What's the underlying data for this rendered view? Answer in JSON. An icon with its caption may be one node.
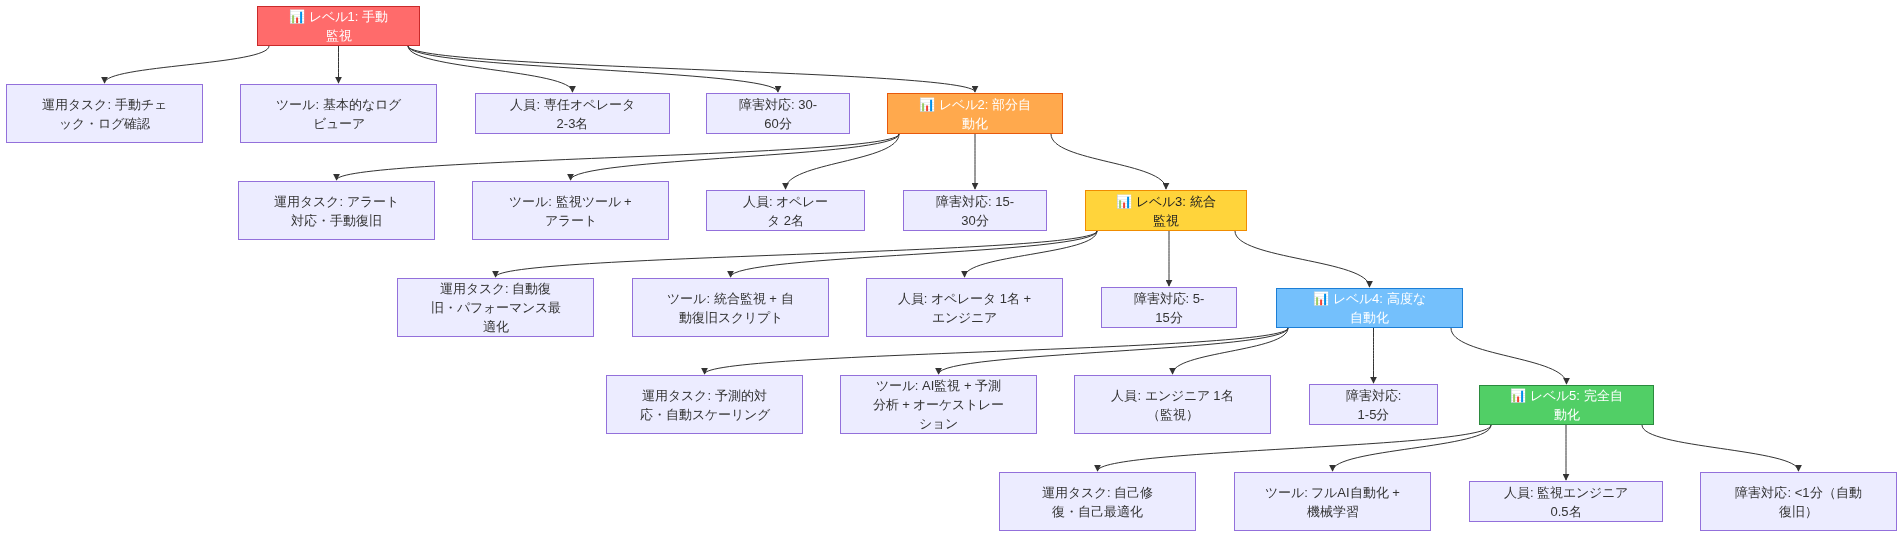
{
  "diagram": {
    "nodes": [
      {
        "text": [
          "📊 レベル1: 手動監視"
        ]
      },
      {
        "text": [
          "運用タスク: 手動チェック・ログ確認"
        ]
      },
      {
        "text": [
          "ツール: 基本的なログビューア"
        ]
      },
      {
        "text": [
          "人員: 専任オペレータ 2-3名"
        ]
      },
      {
        "text": [
          "障害対応: 30-60分"
        ]
      },
      {
        "text": [
          "📊 レベル2: 部分自動化"
        ]
      },
      {
        "text": [
          "運用タスク: アラート対応・手動復旧"
        ]
      },
      {
        "text": [
          "ツール: 監視ツール + アラート"
        ]
      },
      {
        "text": [
          "人員: オペレータ 2名"
        ]
      },
      {
        "text": [
          "障害対応: 15-30分"
        ]
      },
      {
        "text": [
          "📊 レベル3: 統合監視"
        ]
      },
      {
        "text": [
          "運用タスク: 自動復旧・パフォーマンス最適化"
        ]
      },
      {
        "text": [
          "ツール: 統合監視 + 自動復旧スクリプト"
        ]
      },
      {
        "text": [
          "人員: オペレータ 1名 + エンジニア"
        ]
      },
      {
        "text": [
          "障害対応: 5-15分"
        ]
      },
      {
        "text": [
          "📊 レベル4: 高度な自動化"
        ]
      },
      {
        "text": [
          "運用タスク: 予測的対応・自動スケーリング"
        ]
      },
      {
        "text": [
          "ツール: AI監視 + 予測分析 + オーケストレーション"
        ]
      },
      {
        "text": [
          "人員: エンジニア 1名（監視）"
        ]
      },
      {
        "text": [
          "障害対応: 1-5分"
        ]
      },
      {
        "text": [
          "📊 レベル5: 完全自動化"
        ]
      },
      {
        "text": [
          "運用タスク: 自己修復・自己最適化"
        ]
      },
      {
        "text": [
          "ツール: フルAI自動化 + 機械学習"
        ]
      },
      {
        "text": [
          "人員: 監視エンジニア 0.5名"
        ]
      },
      {
        "text": [
          "障害対応: <1分（自動復旧）"
        ]
      }
    ],
    "edges": [
      {
        "from": 0,
        "to": 1,
        "arrow": "to"
      },
      {
        "from": 0,
        "to": 2,
        "arrow": "to"
      },
      {
        "from": 0,
        "to": 3,
        "arrow": "to"
      },
      {
        "from": 0,
        "to": 4,
        "arrow": "to"
      },
      {
        "from": 0,
        "to": 5,
        "arrow": "to"
      },
      {
        "from": 5,
        "to": 6,
        "arrow": "to"
      },
      {
        "from": 5,
        "to": 7,
        "arrow": "to"
      },
      {
        "from": 5,
        "to": 8,
        "arrow": "to"
      },
      {
        "from": 5,
        "to": 9,
        "arrow": "to"
      },
      {
        "from": 5,
        "to": 10,
        "arrow": "to"
      },
      {
        "from": 10,
        "to": 11,
        "arrow": "to"
      },
      {
        "from": 10,
        "to": 12,
        "arrow": "to"
      },
      {
        "from": 10,
        "to": 13,
        "arrow": "to"
      },
      {
        "from": 10,
        "to": 14,
        "arrow": "to"
      },
      {
        "from": 10,
        "to": 15,
        "arrow": "to"
      },
      {
        "from": 15,
        "to": 16,
        "arrow": "to"
      },
      {
        "from": 15,
        "to": 17,
        "arrow": "to"
      },
      {
        "from": 15,
        "to": 18,
        "arrow": "to"
      },
      {
        "from": 15,
        "to": 19,
        "arrow": "to"
      },
      {
        "from": 15,
        "to": 20,
        "arrow": "to"
      },
      {
        "from": 20,
        "to": 21,
        "arrow": "to"
      },
      {
        "from": 20,
        "to": 22,
        "arrow": "to"
      },
      {
        "from": 20,
        "to": 23,
        "arrow": "to"
      },
      {
        "from": 20,
        "to": 24,
        "arrow": "to"
      }
    ]
  }
}
